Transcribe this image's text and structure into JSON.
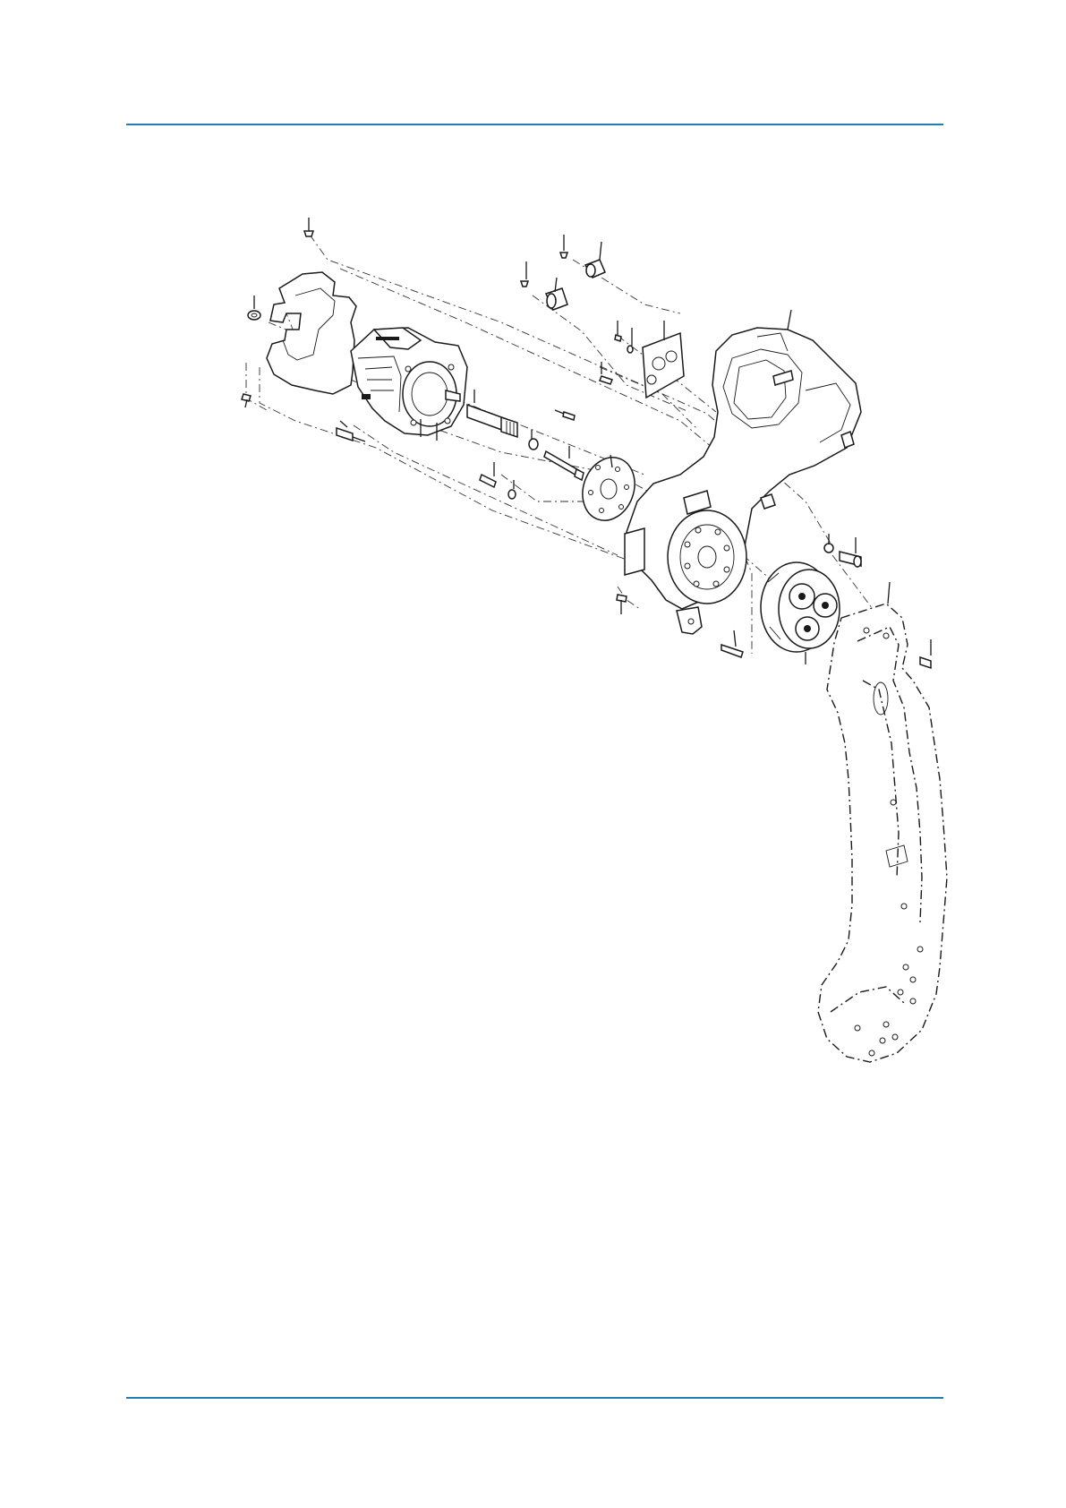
{
  "page": {
    "rule_color": "#1f7fb0",
    "line_color": "#1a1a1a"
  },
  "figure": {
    "type": "exploded-parts-diagram",
    "labels_printed": false,
    "parts": [
      "cover-plate",
      "motor",
      "motor-shaft",
      "input-gear-plate",
      "cable-plate",
      "upper-arm-housing",
      "reduction-gear",
      "lower-arm-phantom",
      "cable-connector",
      "bolts",
      "washers",
      "plugs"
    ]
  }
}
